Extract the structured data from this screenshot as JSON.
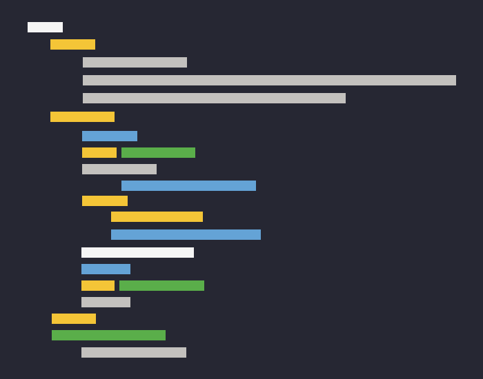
{
  "illustration": {
    "description_name": "abstract-code-editor",
    "background_color": "#262733",
    "palette": {
      "white": "#f5f5f5",
      "yellow": "#f4c537",
      "gray": "#c3c1be",
      "blue": "#64a3d6",
      "green": "#5aae4a"
    },
    "lines": [
      {
        "segments": [
          "white"
        ]
      },
      {
        "segments": [
          "yellow"
        ]
      },
      {
        "segments": [
          "gray"
        ]
      },
      {
        "segments": [
          "gray"
        ]
      },
      {
        "segments": [
          "gray"
        ]
      },
      {
        "segments": [
          "yellow"
        ]
      },
      {
        "segments": [
          "blue"
        ]
      },
      {
        "segments": [
          "yellow",
          "green"
        ]
      },
      {
        "segments": [
          "gray"
        ]
      },
      {
        "segments": [
          "blue"
        ]
      },
      {
        "segments": [
          "yellow"
        ]
      },
      {
        "segments": [
          "yellow"
        ]
      },
      {
        "segments": [
          "blue"
        ]
      },
      {
        "segments": [
          "white"
        ]
      },
      {
        "segments": [
          "blue"
        ]
      },
      {
        "segments": [
          "yellow",
          "green"
        ]
      },
      {
        "segments": [
          "gray"
        ]
      },
      {
        "segments": [
          "yellow"
        ]
      },
      {
        "segments": [
          "green"
        ]
      },
      {
        "segments": [
          "gray"
        ]
      }
    ]
  }
}
